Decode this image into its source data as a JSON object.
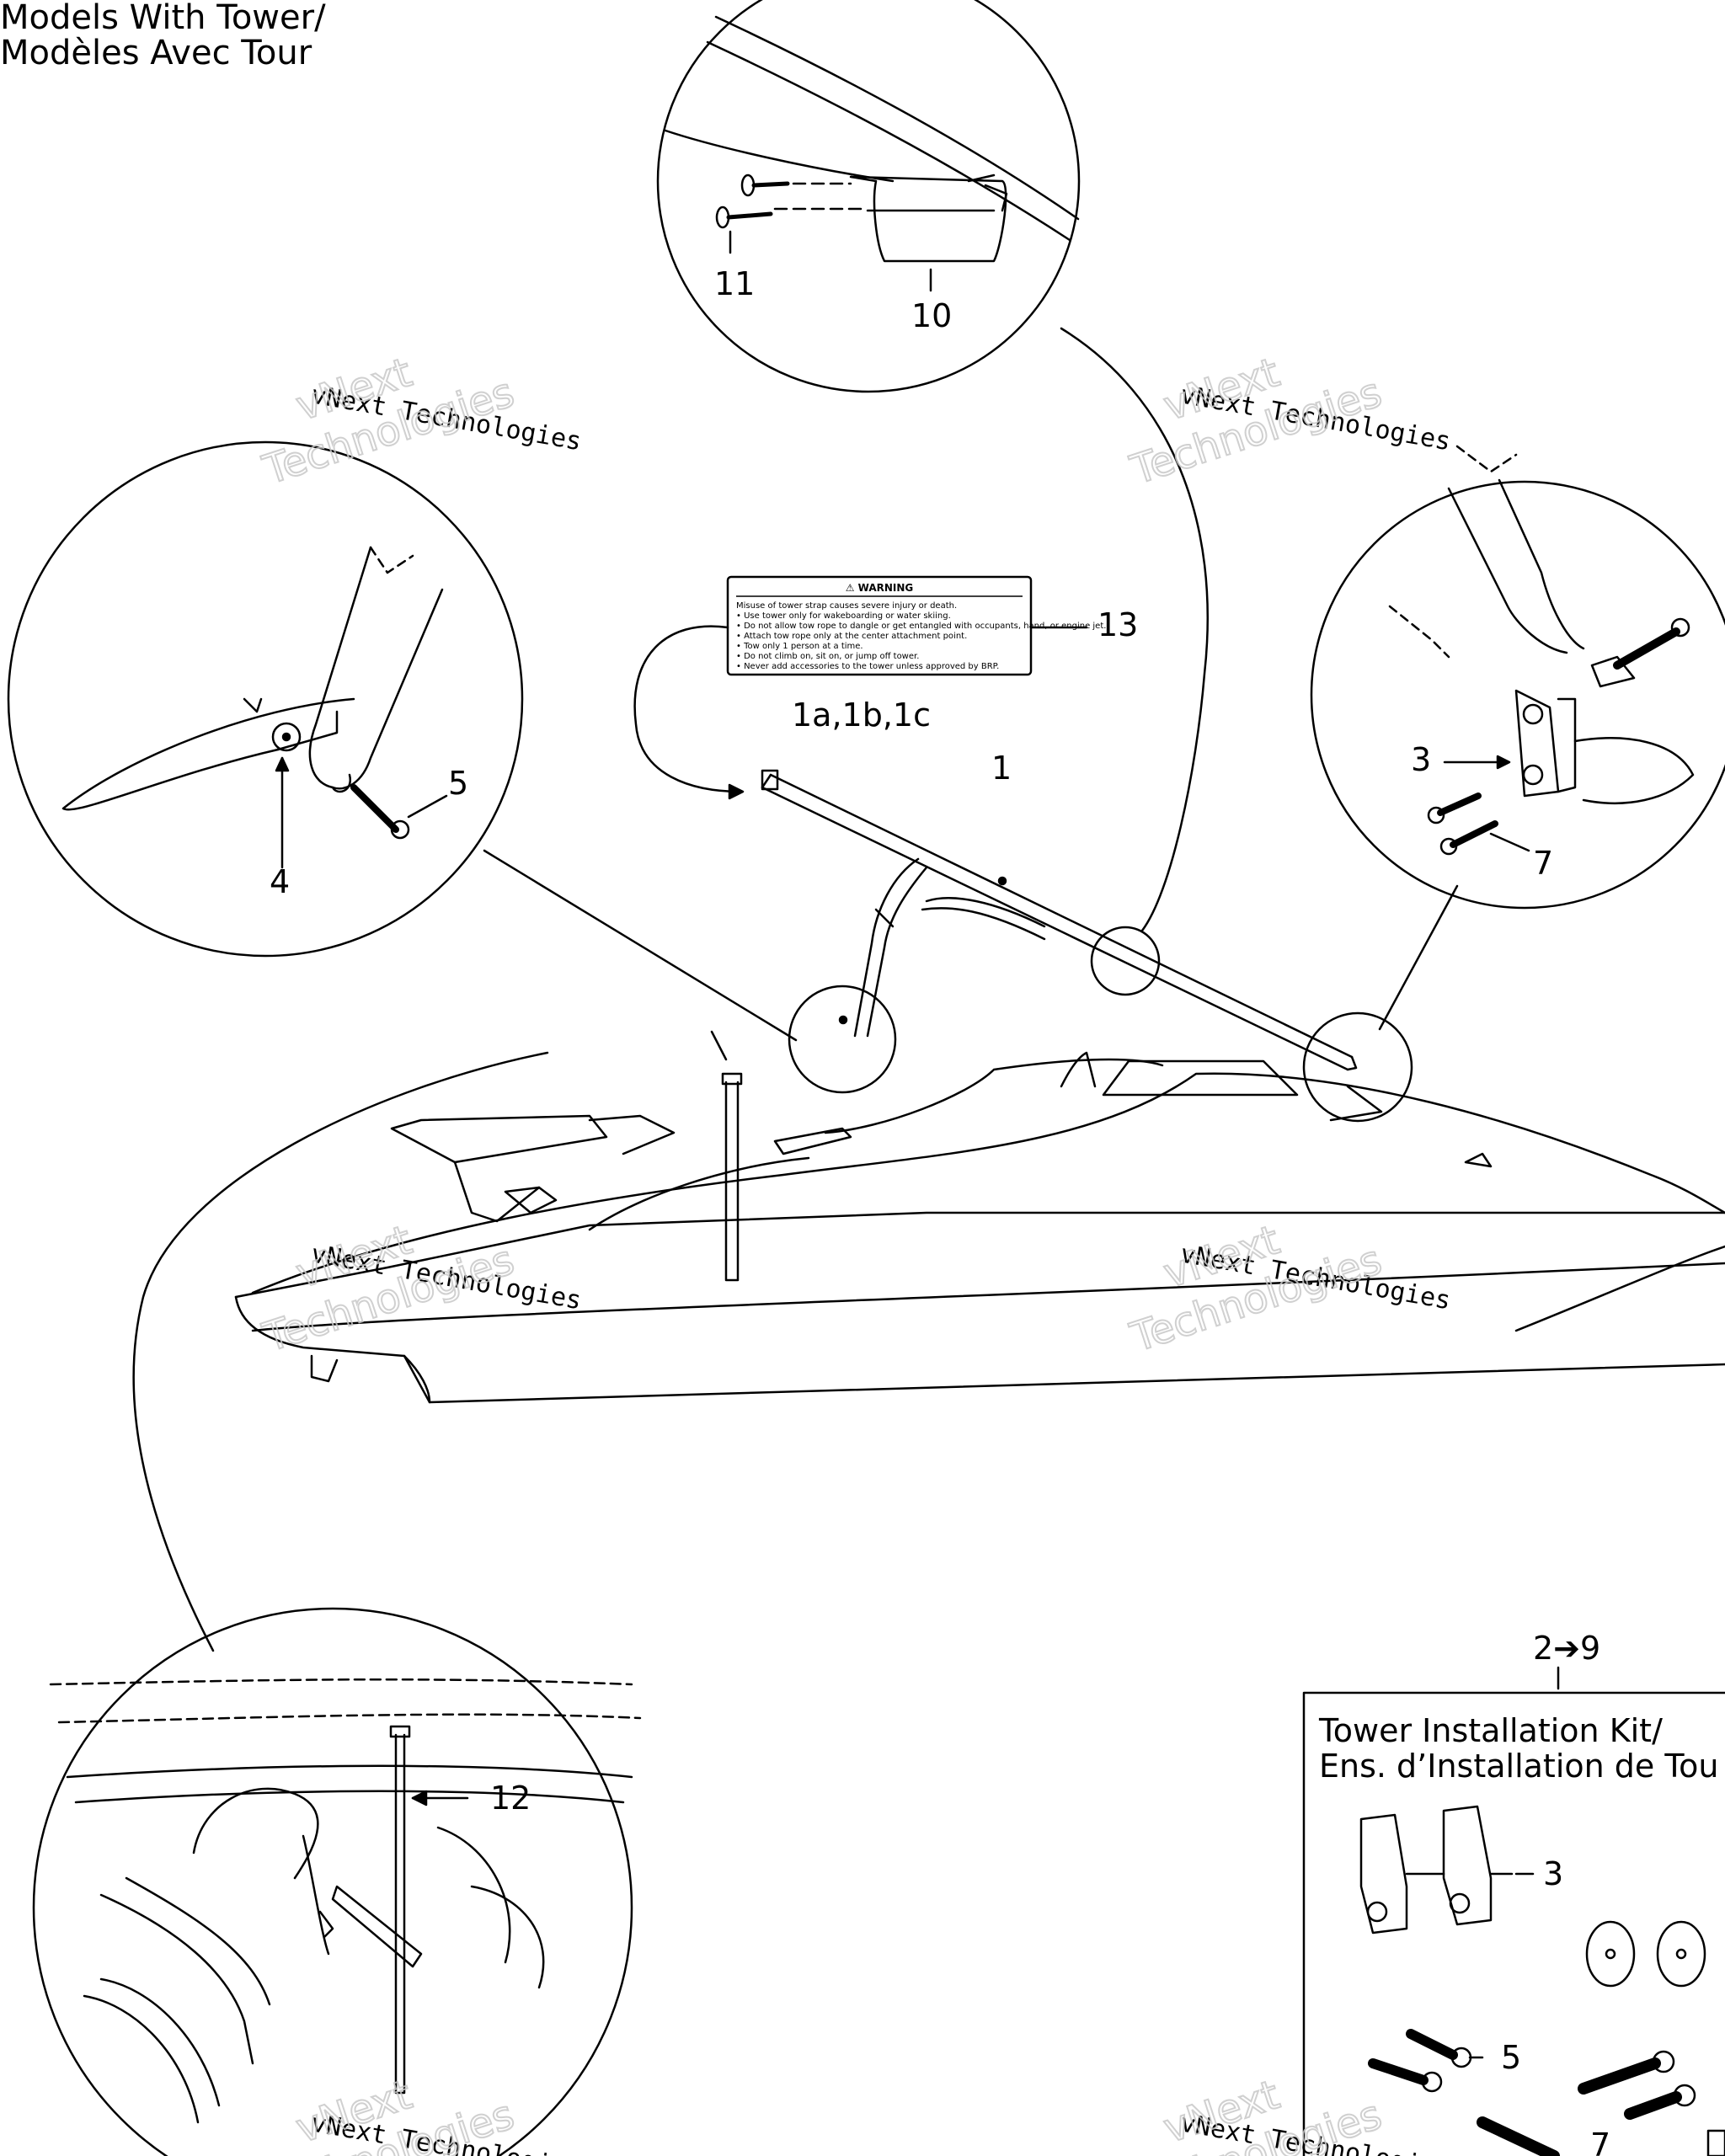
{
  "title": {
    "line1": "Models With Tower/",
    "line2": "Modèles Avec Tour"
  },
  "callouts": {
    "c1": "1",
    "c1abc": "1a,1b,1c",
    "c3": "3",
    "c4": "4",
    "c5": "5",
    "c7": "7",
    "c10": "10",
    "c11": "11",
    "c12": "12",
    "c13": "13"
  },
  "kit": {
    "ref": "2➔9",
    "title_line1": "Tower Installation Kit/",
    "title_line2": "Ens. d’Installation de Tou",
    "c3": "3",
    "c5": "5",
    "c7": "7"
  },
  "warning_label": {
    "heading": "⚠ WARNING",
    "lines": [
      "Misuse of tower strap causes severe injury or death.",
      "• Use tower only for wakeboarding or water skiing.",
      "• Do not allow tow rope to dangle or get entangled with occupants, hand, or engine jet.",
      "• Attach tow rope only at the center attachment point.",
      "• Tow only 1 person at a time.",
      "• Do not climb on, sit on, or jump off tower.",
      "• Never add accessories to the tower unless approved by BRP."
    ]
  },
  "watermark": {
    "line1": "vNext Technologies",
    "line2a": "vNext",
    "line2b": "Technologies"
  }
}
